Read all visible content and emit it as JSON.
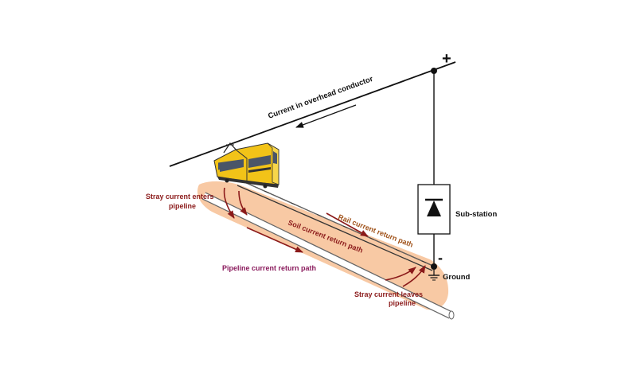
{
  "labels": {
    "plus": "+",
    "minus": "-",
    "overhead": "Current in overhead conductor",
    "substation": "Sub-station",
    "ground": "Ground",
    "stray_enters_1": "Stray current enters",
    "stray_enters_2": "pipeline",
    "rail_current": "Rail current return path",
    "soil_current": "Soil current return path",
    "pipeline_current": "Pipeline current return path",
    "stray_leaves_1": "Stray current leaves",
    "stray_leaves_2": "pipeline"
  },
  "colors": {
    "soil": "#f8c9a4",
    "tram_body": "#f2c318",
    "arrow_red": "#8b1a1a",
    "label_red": "#8b1a1a",
    "label_orange": "#a0521a",
    "label_purple": "#8a1a5c",
    "black": "#111111"
  }
}
